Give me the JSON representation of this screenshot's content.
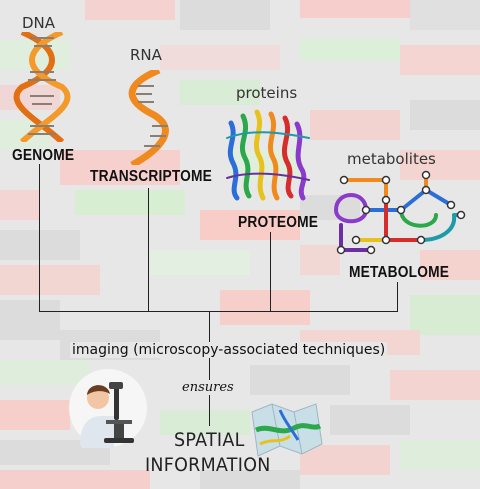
{
  "omics": {
    "genome": {
      "small_label": "DNA",
      "big_label": "GENOME",
      "icon": "dna-helix-icon"
    },
    "transcriptome": {
      "small_label": "RNA",
      "big_label": "TRANSCRIPTOME",
      "icon": "rna-strand-icon"
    },
    "proteome": {
      "small_label": "proteins",
      "big_label": "PROTEOME",
      "icon": "protein-structure-icon"
    },
    "metabolome": {
      "small_label": "metabolites",
      "big_label": "METABOLOME",
      "icon": "metabolic-network-icon"
    }
  },
  "imaging": {
    "label": "imaging (microscopy-associated techniques)",
    "icon": "scientist-microscope-icon"
  },
  "ensures": {
    "label": "ensures"
  },
  "spatial": {
    "line1": "SPATIAL",
    "line2": "INFORMATION",
    "icon": "map-icon"
  },
  "colors": {
    "background": "#e7e7e7",
    "pink_block": "#f5cfcb",
    "green_block": "#d8ecd4",
    "line": "#222222",
    "helix_orange": "#f08a1e",
    "helix_dark": "#c8580e"
  }
}
